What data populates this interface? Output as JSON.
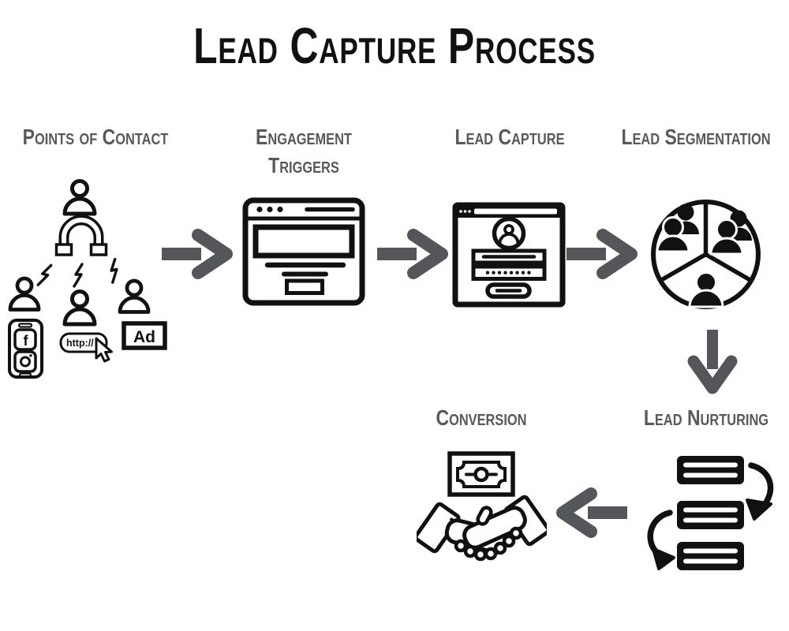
{
  "title": "Lead Capture Process",
  "colors": {
    "background": "#ffffff",
    "title_text": "#111111",
    "stage_label_text": "#58595b",
    "icon_ink": "#111111",
    "flow_arrow": "#54565a"
  },
  "stages": [
    {
      "label": "Points of Contact",
      "icon": "magnet-attracting-people-icon"
    },
    {
      "label": "Engagement Triggers",
      "icon": "browser-landing-page-icon"
    },
    {
      "label": "Lead Capture",
      "icon": "login-form-window-icon"
    },
    {
      "label": "Lead Segmentation",
      "icon": "segmented-audience-circle-icon"
    },
    {
      "label": "Lead Nurturing",
      "icon": "message-sequence-icon"
    },
    {
      "label": "Conversion",
      "icon": "handshake-money-icon"
    }
  ],
  "icon_texts": {
    "ad": "Ad",
    "url": "http://",
    "facebook": "f"
  },
  "flow_order": [
    "Points of Contact",
    "Engagement Triggers",
    "Lead Capture",
    "Lead Segmentation",
    "Lead Nurturing",
    "Conversion"
  ]
}
